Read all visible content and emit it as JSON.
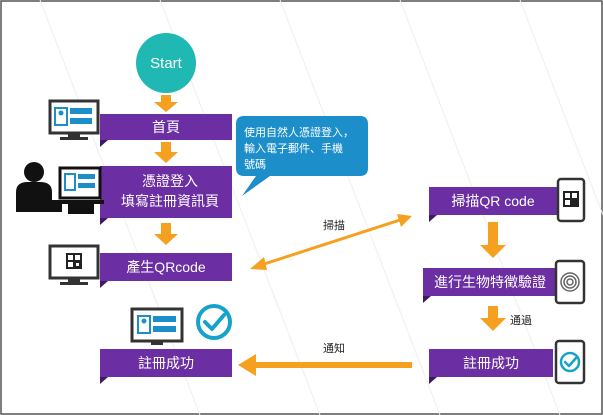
{
  "start_label": "Start",
  "web_steps": {
    "home": "首頁",
    "login_line1": "憑證登入",
    "login_line2": "填寫註冊資訊頁",
    "gen_qr": "產生QRcode",
    "success": "註冊成功"
  },
  "callout": {
    "line1": "使用自然人憑證登入，",
    "line2": "輸入電子郵件、手機",
    "line3": "號碼"
  },
  "mobile_steps": {
    "scan": "掃描QR code",
    "bio": "進行生物特徵驗證",
    "success": "註冊成功"
  },
  "arrow_labels": {
    "scan": "掃描",
    "pass": "通過",
    "notify": "通知"
  },
  "colors": {
    "box": "#6b2fa3",
    "arrow": "#f5a11f",
    "start": "#1fb8b3",
    "icon_blue": "#1c8ec9",
    "check": "#17a3c9"
  }
}
